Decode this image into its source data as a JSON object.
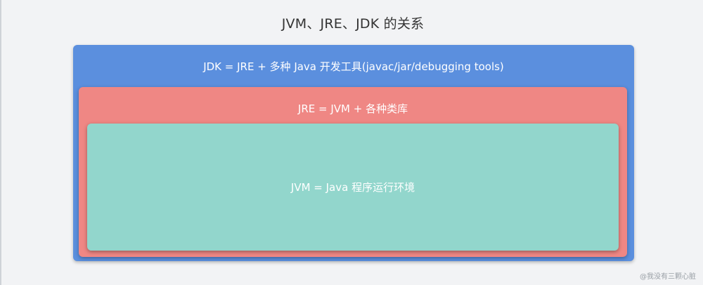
{
  "title": "JVM、JRE、JDK 的关系",
  "jdk": {
    "label": "JDK = JRE + 多种 Java 开发工具(javac/jar/debugging tools)",
    "color": "#5b8fde"
  },
  "jre": {
    "label": "JRE =  JVM + 各种类库",
    "color": "#ef8784"
  },
  "jvm": {
    "label": "JVM = Java 程序运行环境",
    "color": "#92d6cc"
  },
  "watermark": "@我没有三颗心脏"
}
